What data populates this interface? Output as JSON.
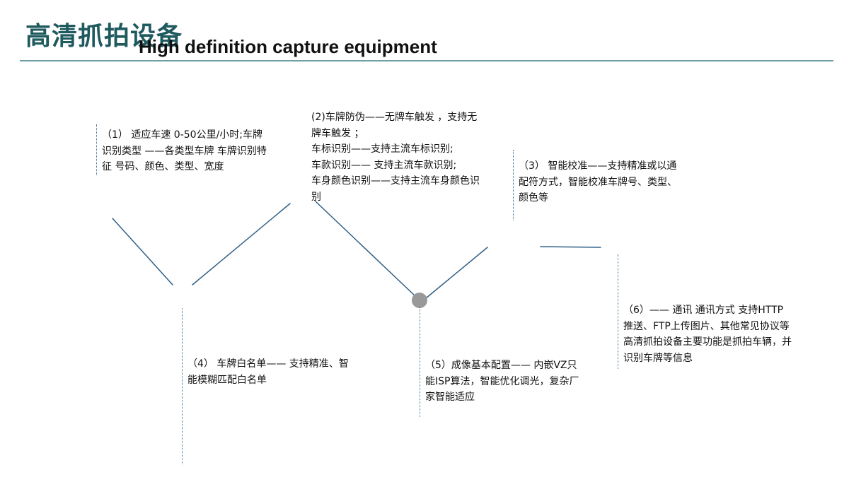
{
  "header": {
    "title_cn": "高清抓拍设备",
    "title_en": "High definition capture equipment"
  },
  "colors": {
    "title": "#1f5a5f",
    "rule": "#6f9fa5",
    "connector": "#2f5f86",
    "node": "#999999"
  },
  "items": [
    {
      "text": "（1） 适应车速 0-50公里/小时;车牌识别类型 ——各类型车牌 车牌识别特征 号码、颜色、类型、宽度"
    },
    {
      "text": "(2)车牌防伪——无牌车触发 ，支持无牌车触发 ；\n车标识别——支持主流车标识别;\n车款识别—— 支持主流车款识别;\n车身颜色识别——支持主流车身颜色识别"
    },
    {
      "text": "（3） 智能校准——支持精准或以通配符方式，智能校准车牌号、类型、颜色等"
    },
    {
      "text": "（4） 车牌白名单—— 支持精准、智能模糊匹配白名单"
    },
    {
      "text": "（5）成像基本配置—— 内嵌VZ只能ISP算法，智能优化调光，复杂厂家智能适应"
    },
    {
      "text": "（6）—— 通讯 通讯方式 支持HTTP推送、FTP上传图片、其他常见协议等高清抓拍设备主要功能是抓拍车辆，并识别车牌等信息"
    }
  ]
}
